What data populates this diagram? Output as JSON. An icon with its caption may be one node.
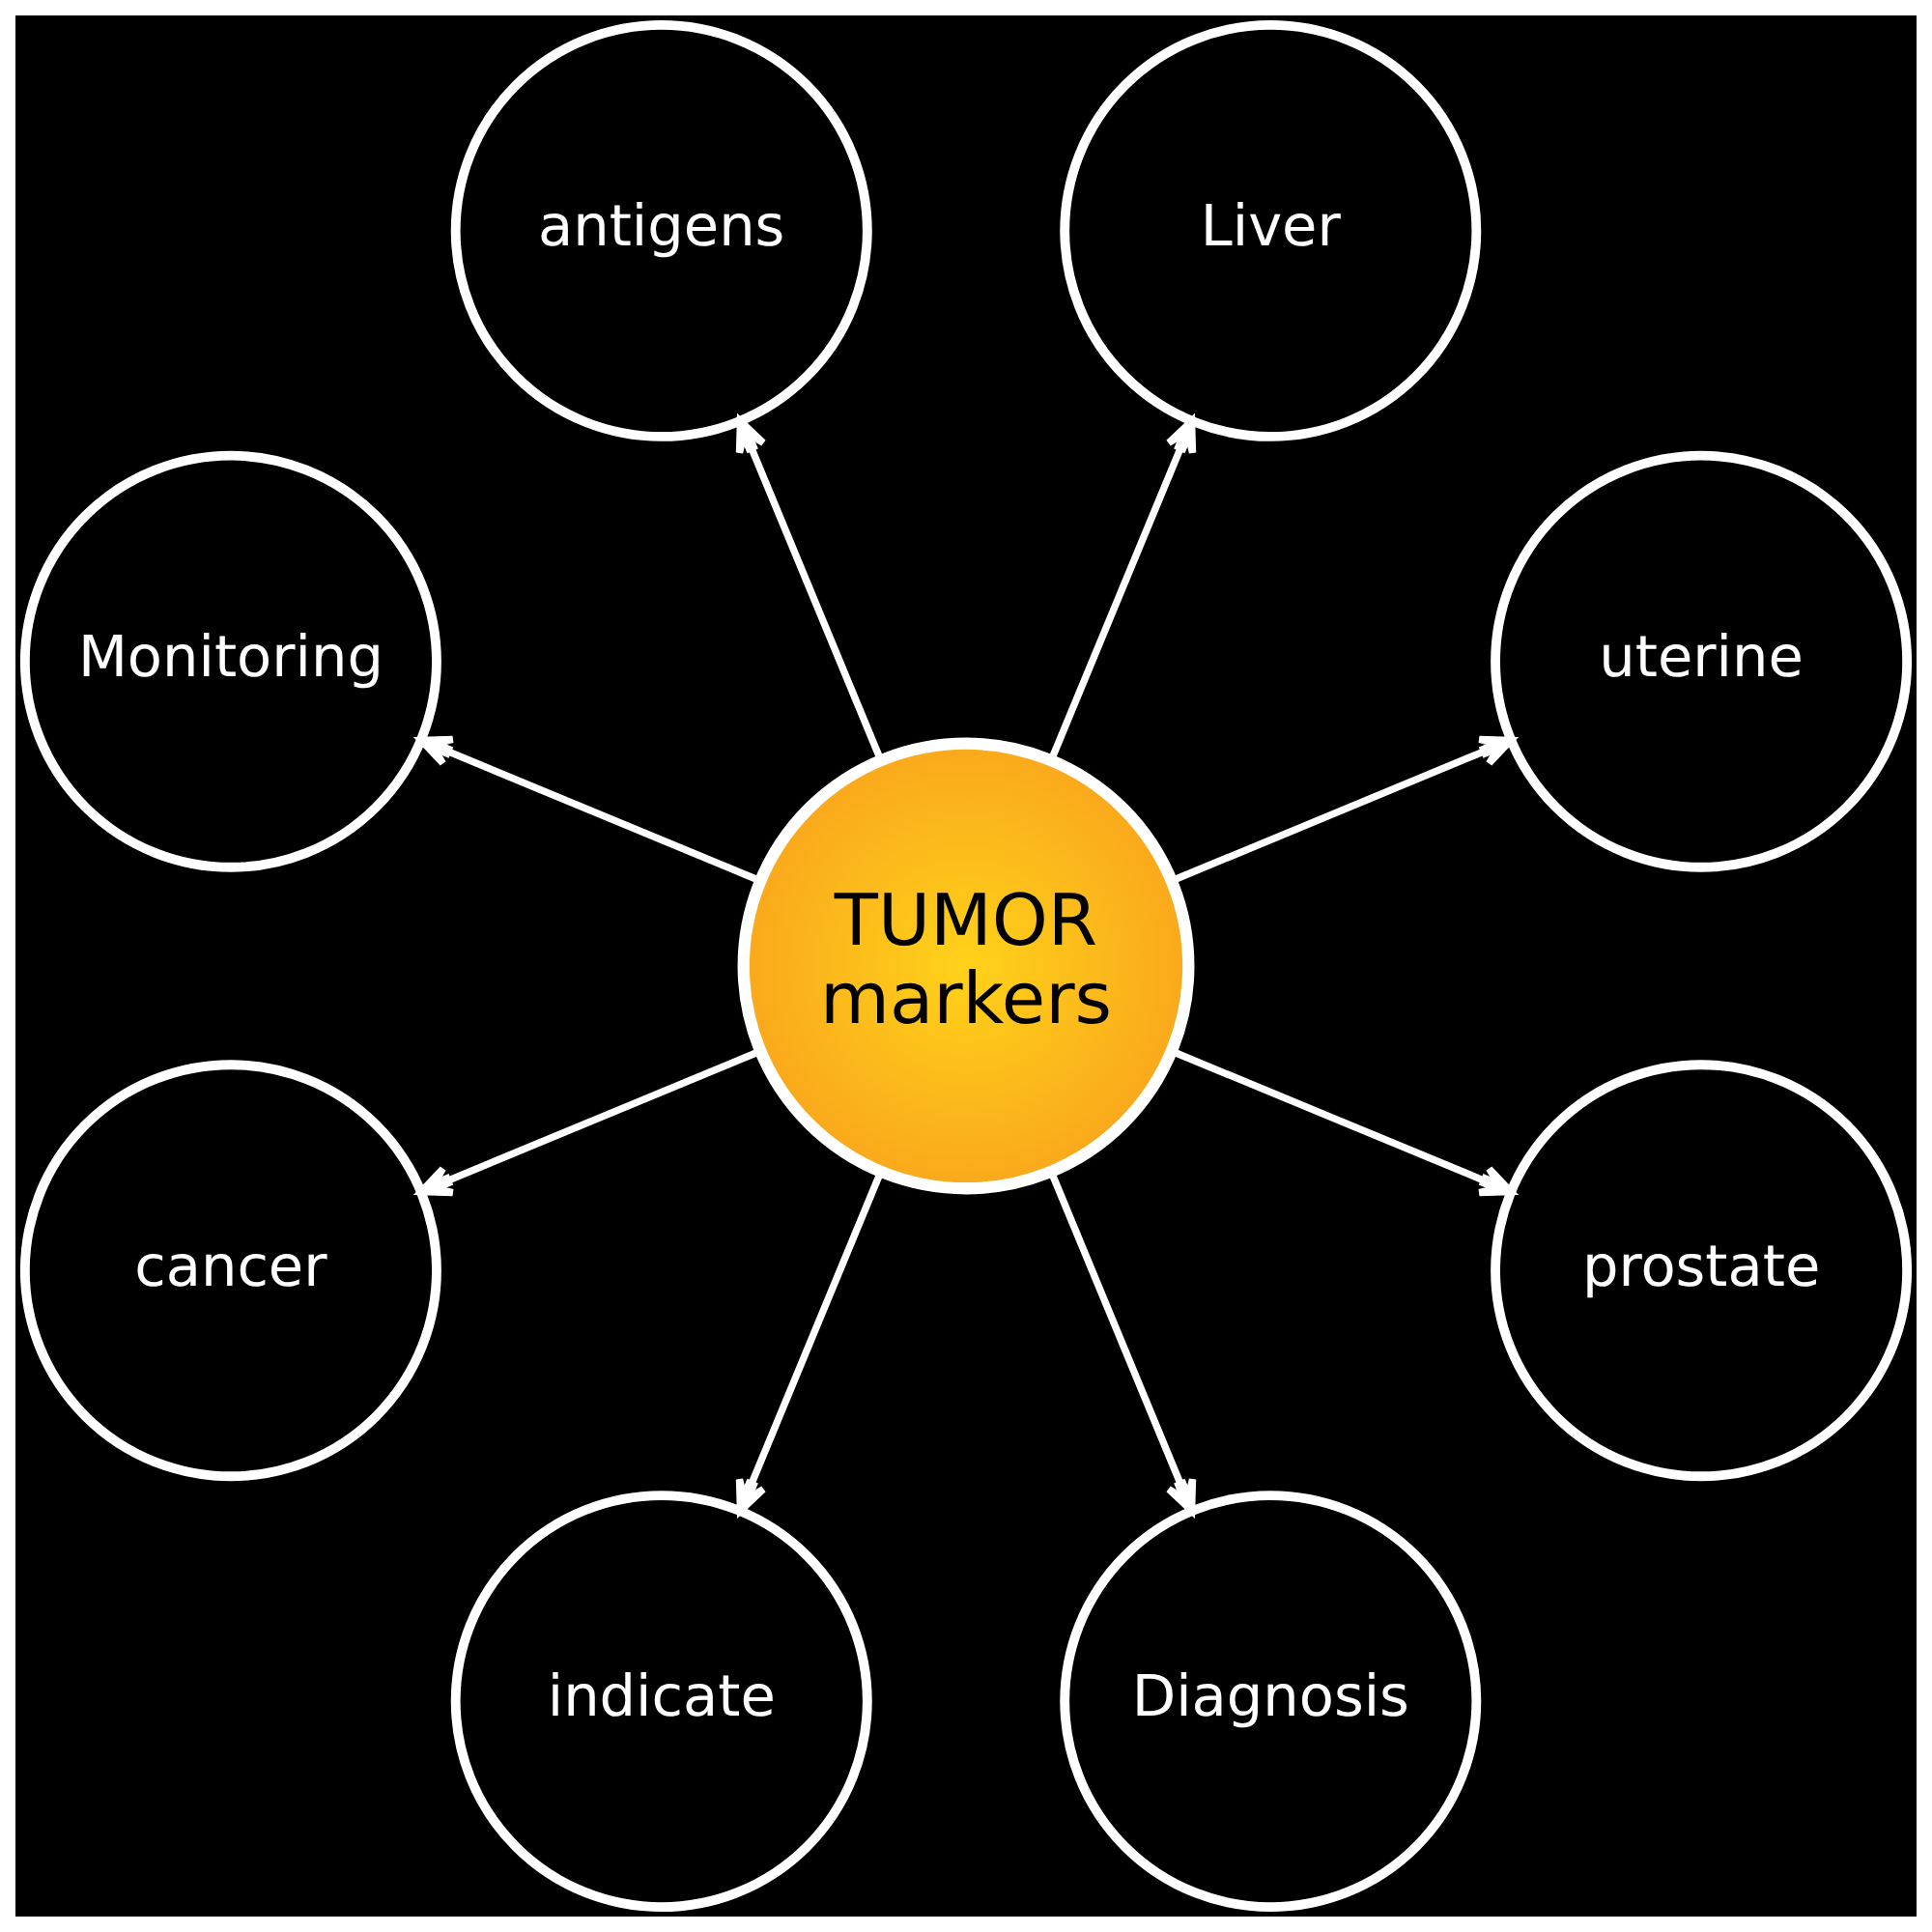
{
  "diagram": {
    "nodes": [
      {
        "text": [
          "TUMOR markers"
        ]
      },
      {
        "text": [
          "antigens"
        ]
      },
      {
        "text": [
          "Liver"
        ]
      },
      {
        "text": [
          "uterine"
        ]
      },
      {
        "text": [
          "prostate"
        ]
      },
      {
        "text": [
          "Diagnosis"
        ]
      },
      {
        "text": [
          "indicate"
        ]
      },
      {
        "text": [
          "cancer"
        ]
      },
      {
        "text": [
          "Monitoring"
        ]
      }
    ],
    "edges": [
      {
        "from": 0,
        "to": 1,
        "arrow": "to"
      },
      {
        "from": 0,
        "to": 2,
        "arrow": "to"
      },
      {
        "from": 0,
        "to": 3,
        "arrow": "to"
      },
      {
        "from": 0,
        "to": 4,
        "arrow": "to"
      },
      {
        "from": 0,
        "to": 5,
        "arrow": "to"
      },
      {
        "from": 0,
        "to": 6,
        "arrow": "to"
      },
      {
        "from": 0,
        "to": 7,
        "arrow": "to"
      },
      {
        "from": 0,
        "to": 8,
        "arrow": "to"
      }
    ]
  }
}
